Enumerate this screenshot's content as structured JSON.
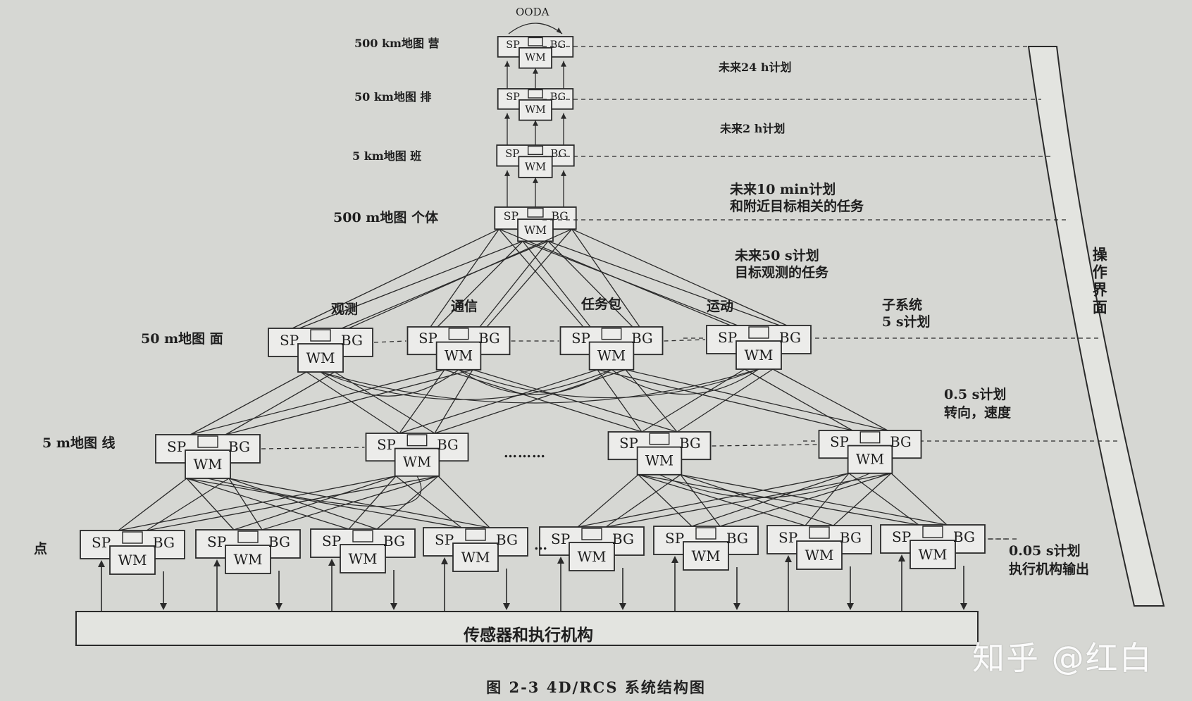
{
  "diagram": {
    "ooda_label": "OODA",
    "caption": "图 2-3    4D/RCS 系统结构图",
    "node_labels": {
      "sp": "SP",
      "bg": "BG",
      "wm": "WM"
    },
    "levels": [
      {
        "label": "500 km地图  营",
        "horizon": "未来24 h计划"
      },
      {
        "label": "50 km地图  排",
        "horizon": "未来2 h计划"
      },
      {
        "label": "5 km地图  班",
        "horizon": "未来10 min计划\n和附近目标相关的任务"
      },
      {
        "label": "500 m地图  个体",
        "horizon": "未来50 s计划\n目标观测的任务"
      },
      {
        "label": "50 m地图  面",
        "horizon": "子系统\n5 s计划"
      },
      {
        "label": "5 m地图  线",
        "horizon": "0.5 s计划\n转向，速度"
      },
      {
        "label": "点",
        "horizon": "0.05 s计划\n执行机构输出"
      }
    ],
    "subsystems": [
      "观测",
      "通信",
      "任务包",
      "运动"
    ],
    "ellipsis": "………",
    "ellipsis_small": "…",
    "operator_interface": "操作界面",
    "sensors_actuators": "传感器和执行机构"
  },
  "watermark": "知乎 @红白"
}
